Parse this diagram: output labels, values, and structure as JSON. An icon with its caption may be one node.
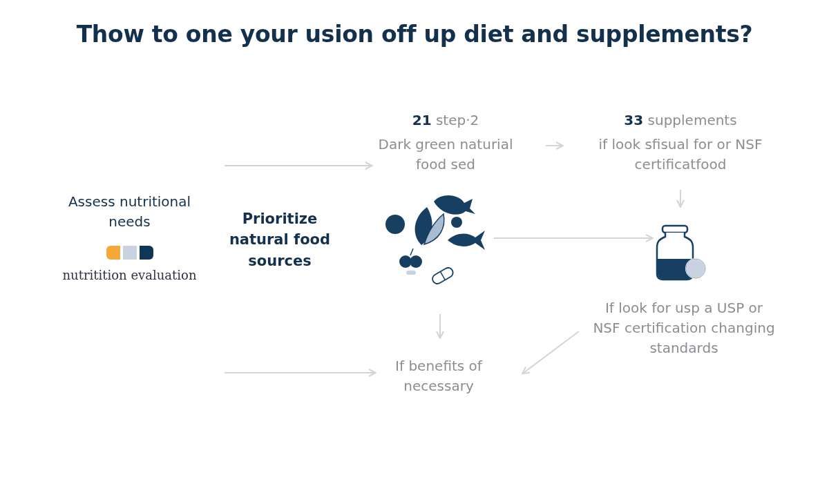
{
  "diagram": {
    "title": "Thow to one your usion off up diet and supplements?",
    "nodes": [
      {
        "text": [
          "Assess nutritional needs",
          "nutritition evaluation"
        ]
      },
      {
        "text": [
          "Prioritize natural food sources"
        ]
      },
      {
        "text": [
          "**21** step·2",
          "Dark green naturial food sed"
        ]
      },
      {
        "text": [],
        "shape": "picture"
      },
      {
        "text": [
          "If benefits of necessary"
        ]
      },
      {
        "text": [
          "**33** supplements",
          "if look sfisual for or NSF certificatfood"
        ]
      },
      {
        "text": [],
        "shape": "picture"
      },
      {
        "text": [
          "If look for usp a USP or NSF certification changing standards"
        ]
      }
    ],
    "edges": [
      {
        "from": null,
        "to": 2,
        "arrow": "to"
      },
      {
        "from": null,
        "to": 4,
        "arrow": "to"
      },
      {
        "from": 2,
        "to": 5,
        "arrow": "to"
      },
      {
        "from": 3,
        "to": 6,
        "arrow": "to"
      },
      {
        "from": 5,
        "to": 6,
        "arrow": "to"
      },
      {
        "from": 3,
        "to": 4,
        "arrow": "to"
      },
      {
        "from": 7,
        "to": 4,
        "arrow": "to"
      }
    ]
  }
}
